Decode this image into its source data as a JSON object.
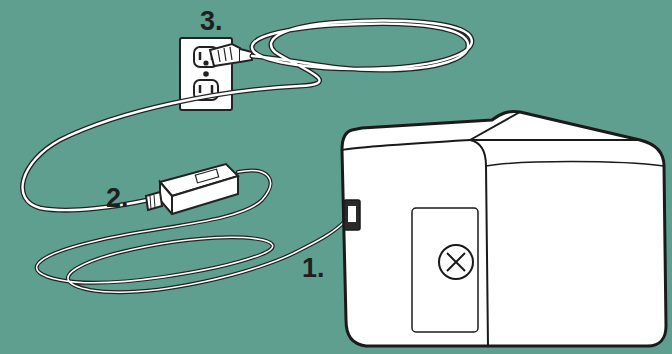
{
  "diagram": {
    "labels": [
      "1.",
      "2.",
      "3."
    ]
  }
}
